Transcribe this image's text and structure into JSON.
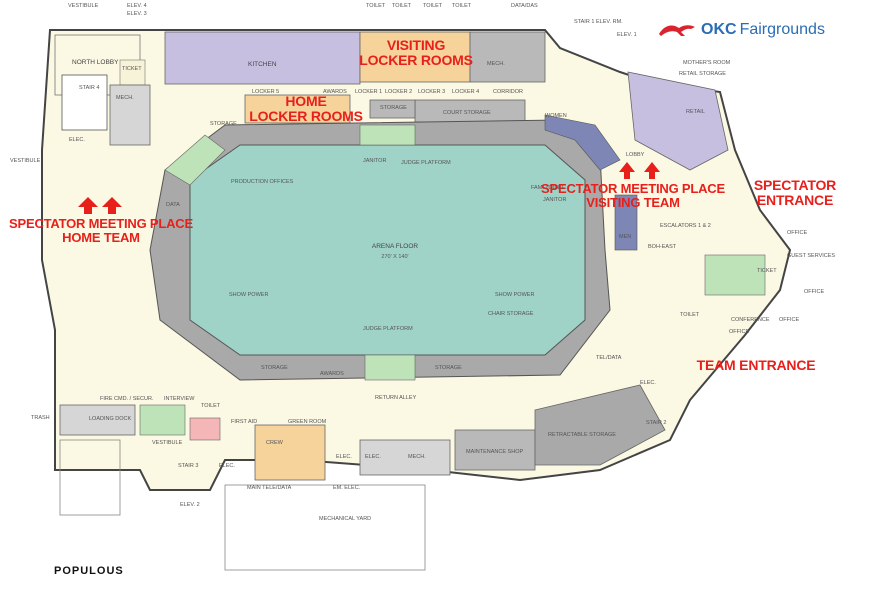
{
  "logo": {
    "brand": "OKC",
    "name": "Fairgrounds",
    "horse_icon": "horse-icon",
    "brand_color": "#2a6db4",
    "icon_color": "#d9232e"
  },
  "footer": {
    "firm": "POPULOUS"
  },
  "callouts": {
    "visiting_locker": [
      "VISITING",
      "LOCKER ROOMS"
    ],
    "home_locker": [
      "HOME",
      "LOCKER ROOMS"
    ],
    "spectator_home": [
      "SPECTATOR MEETING PLACE",
      "HOME TEAM"
    ],
    "spectator_visiting": [
      "SPECTATOR MEETING PLACE",
      "VISITING TEAM"
    ],
    "spectator_entrance": [
      "SPECTATOR",
      "ENTRANCE"
    ],
    "team_entrance": "TEAM ENTRANCE"
  },
  "colors": {
    "callout": "#e8201c",
    "arena_floor": "#9fd3c7",
    "seating": "#a9a9a9",
    "kitchen": "#c6bfe0",
    "locker": "#f6d39a",
    "green_rooms": "#bfe3b8",
    "concourse": "#fbf8e3"
  },
  "labels": {
    "vestibule_top": "VESTIBULE",
    "elev4": "ELEV. 4",
    "elev3": "ELEV. 3",
    "toilet1": "TOILET",
    "toilet2": "TOILET",
    "toilet3": "TOILET",
    "toilet4": "TOILET",
    "data_das": "DATA/DAS",
    "stair1": "STAIR 1",
    "elev_rm": "ELEV. RM.",
    "elev1": "ELEV. 1",
    "north_lobby": "NORTH LOBBY",
    "ticket_n": "TICKET",
    "kitchen": "KITCHEN",
    "mech_n": "MECH.",
    "mothers_room": "MOTHER'S ROOM",
    "retail_storage": "RETAIL STORAGE",
    "stair4": "STAIR 4",
    "mech_nw": "MECH.",
    "locker5": "LOCKER 5",
    "awards_n": "AWARDS",
    "locker1": "LOCKER 1",
    "locker2": "LOCKER 2",
    "locker3": "LOCKER 3",
    "locker4": "LOCKER 4",
    "corridor": "CORRIDOR",
    "retail": "RETAIL",
    "storage_nw": "STORAGE",
    "storage_nc": "STORAGE",
    "court_storage": "COURT STORAGE",
    "women": "WOMEN",
    "elec_nw": "ELEC.",
    "lobby": "LOBBY",
    "vestibule_w": "VESTIBULE",
    "janitor_n": "JANITOR",
    "judge_platform_n": "JUDGE PLATFORM",
    "production_offices": "PRODUCTION OFFICES",
    "fam_toilet": "FAM. TOILET",
    "data": "DATA",
    "janitor_e": "JANITOR",
    "arena_floor": "ARENA FLOOR",
    "arena_size": "270' x 140'",
    "escalators": "ESCALATORS 1 & 2",
    "men": "MEN",
    "office1": "OFFICE",
    "guest_services": "GUEST SERVICES",
    "ticket_e": "TICKET",
    "office2": "OFFICE",
    "boh_east": "BOH-EAST",
    "show_power_w": "SHOW POWER",
    "show_power_e": "SHOW POWER",
    "chair_storage": "CHAIR STORAGE",
    "toilet_e": "TOILET",
    "conference": "CONFERENCE",
    "office3": "OFFICE",
    "office4": "OFFICE",
    "judge_platform_s": "JUDGE PLATFORM",
    "tel_data": "TEL/DATA",
    "storage_sw": "STORAGE",
    "awards_s": "AWARDS",
    "storage_se": "STORAGE",
    "elec_e": "ELEC.",
    "return_alley": "RETURN ALLEY",
    "fire_cmd": "FIRE CMD. / SECUR.",
    "interview": "INTERVIEW",
    "toilet_s": "TOILET",
    "trash": "TRASH",
    "loading_dock": "LOADING DOCK",
    "first_aid": "FIRST AID",
    "green_room": "GREEN ROOM",
    "stair2": "STAIR 2",
    "retractable_storage": "RETRACTABLE STORAGE",
    "vestibule_s": "VESTIBULE",
    "crew": "CREW",
    "elec_s1": "ELEC.",
    "elec_s2": "ELEC.",
    "mech_s": "MECH.",
    "maintenance_shop": "MAINTENANCE SHOP",
    "stair3": "STAIR 3",
    "elec_s3": "ELEC.",
    "elev2": "ELEV. 2",
    "main_tele_data": "MAIN TELE/DATA",
    "em_elec": "EM. ELEC.",
    "mechanical_yard": "MECHANICAL YARD"
  }
}
